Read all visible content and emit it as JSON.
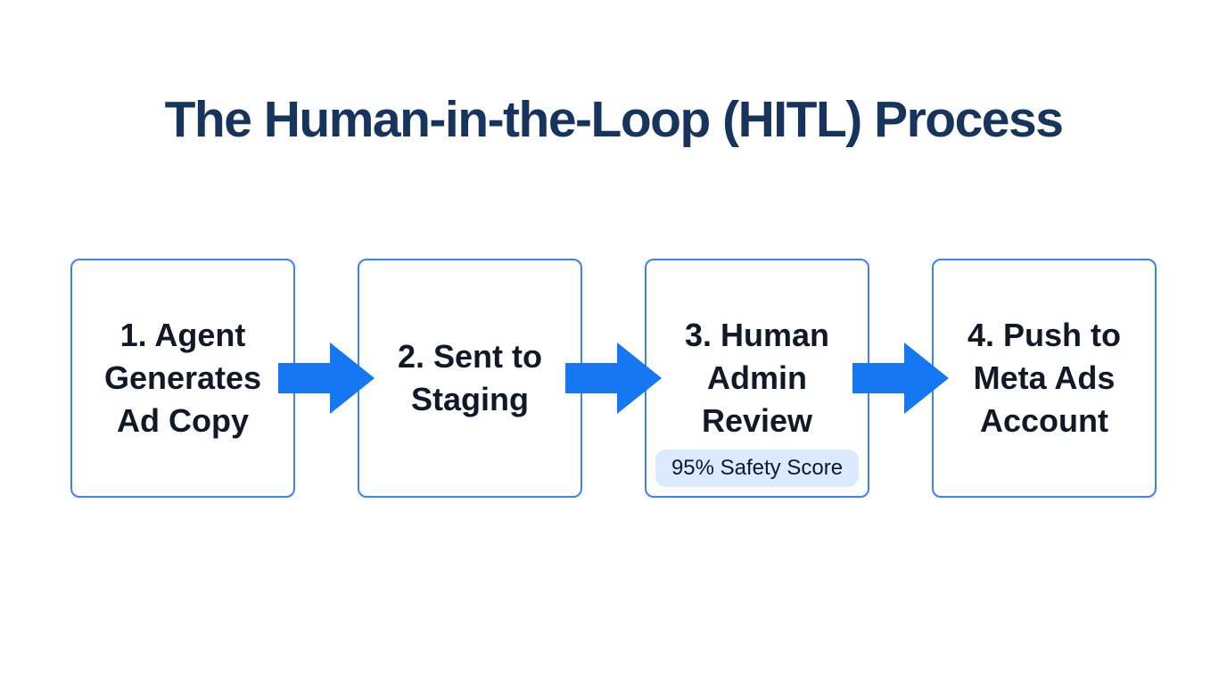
{
  "title": "The Human-in-the-Loop (HITL) Process",
  "colors": {
    "title_text": "#17345C",
    "arrow": "#1677F2",
    "box_border": "#3B82F6",
    "badge_bg": "#DBEAFE",
    "body_text": "#111827"
  },
  "steps": [
    {
      "label": "1. Agent Generates Ad Copy"
    },
    {
      "label": "2. Sent to Staging"
    },
    {
      "label": "3. Human Admin Review",
      "badge": "95% Safety Score"
    },
    {
      "label": "4. Push to Meta Ads Account"
    }
  ]
}
